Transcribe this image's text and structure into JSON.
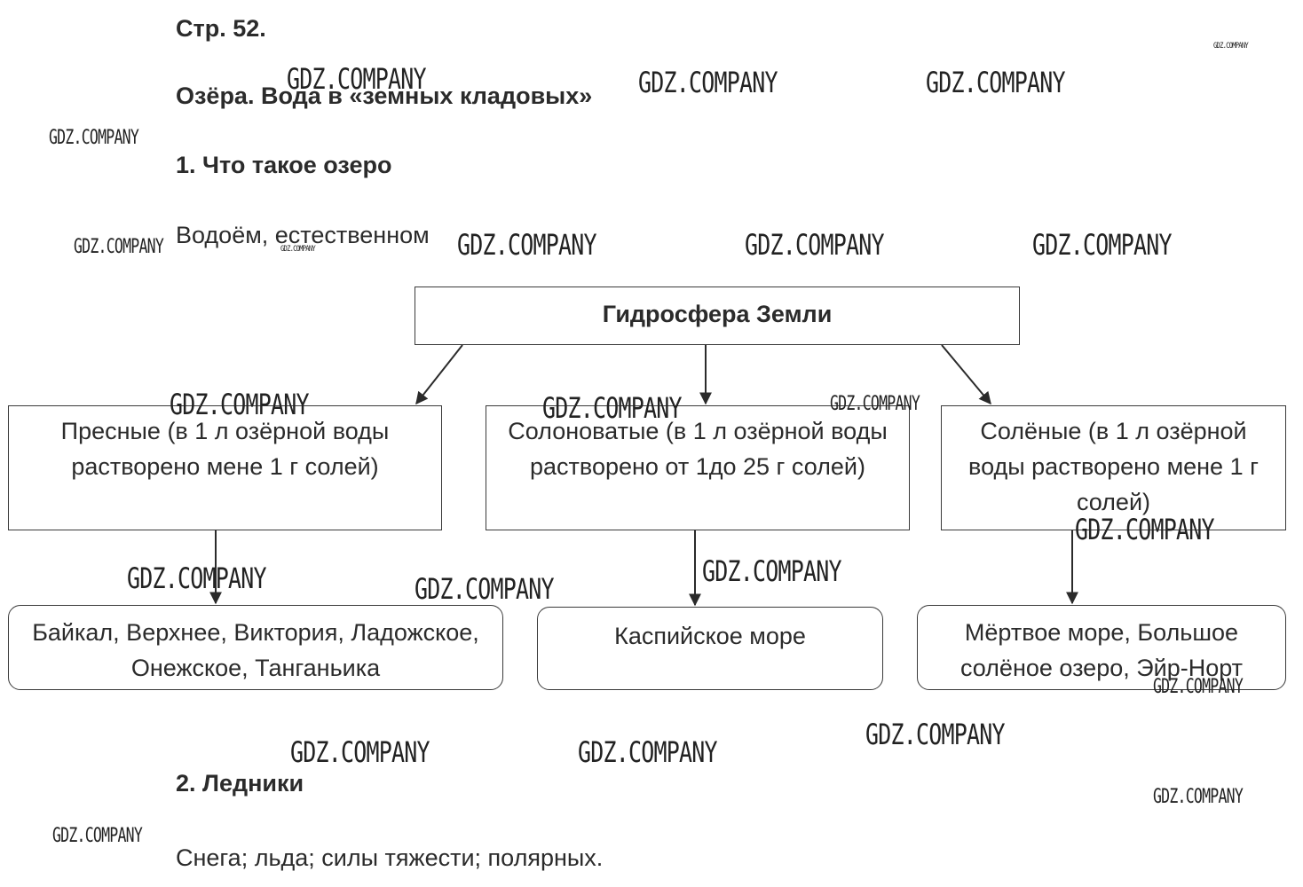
{
  "page": {
    "page_ref": "Стр. 52.",
    "title": "Озёра. Вода в «земных кладовых»",
    "section1_heading": "1. Что такое озеро",
    "section1_text": "Водоём, естественном",
    "section2_heading": "2. Ледники",
    "section2_text": "Снега; льда; силы тяжести; полярных."
  },
  "diagram": {
    "root": "Гидросфера Земли",
    "level1": [
      "Пресные (в 1 л озёрной воды растворено мене 1 г солей)",
      "Солоноватые (в 1 л озёрной воды растворено от 1до 25 г солей)",
      "Солёные (в 1 л озёрной воды растворено мене 1 г солей)"
    ],
    "level2": [
      "Байкал, Верхнее, Виктория, Ладожское, Онежское, Танганьика",
      "Каспийское море",
      "Мёртвое море, Большое солёное озеро, Эйр-Норт"
    ]
  },
  "watermark": "GDZ.COMPANY",
  "colors": {
    "text": "#2b2b2b",
    "border": "#3a3a3a",
    "background": "#ffffff"
  }
}
